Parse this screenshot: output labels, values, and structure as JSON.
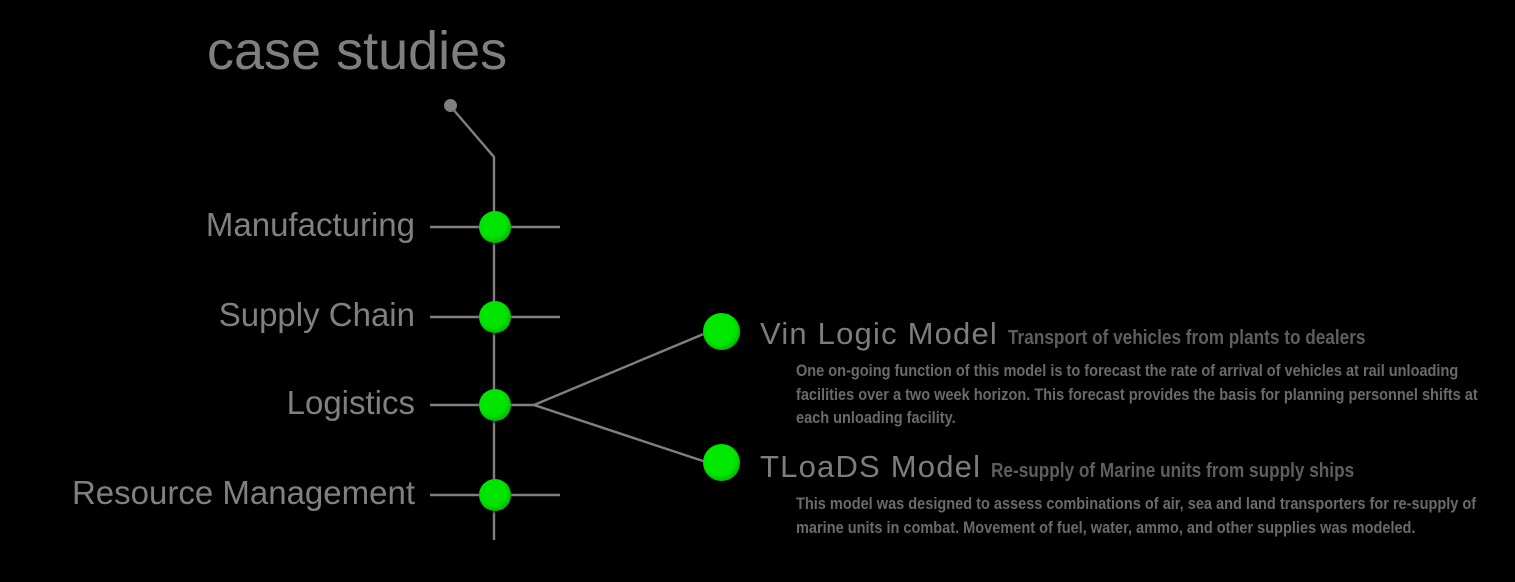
{
  "title": "case studies",
  "colors": {
    "background": "#000000",
    "node_green": "#00e500",
    "edge_gray": "#808080",
    "label_gray": "#808080",
    "title_gray": "#7f7f7f",
    "subtitle_gray": "#5e5e5e",
    "body_gray": "#6a6a6a"
  },
  "spine": {
    "root_dot_name": "root-dot",
    "branches": [
      {
        "label": "Manufacturing"
      },
      {
        "label": "Supply Chain"
      },
      {
        "label": "Logistics"
      },
      {
        "label": "Resource Management"
      }
    ]
  },
  "models": [
    {
      "title": "Vin Logic Model",
      "subtitle": "Transport of vehicles from plants to dealers",
      "body": "One on-going function of this model is to forecast the rate of arrival of vehicles at rail unloading facilities over a two week horizon. This forecast provides the basis for planning personnel shifts at each unloading facility."
    },
    {
      "title": "TLoaDS Model",
      "subtitle": "Re-supply of Marine units from supply ships",
      "body": "This model was designed to assess combinations of air, sea and land transporters for re-supply of marine units in combat. Movement of fuel, water, ammo, and other supplies was modeled."
    }
  ]
}
